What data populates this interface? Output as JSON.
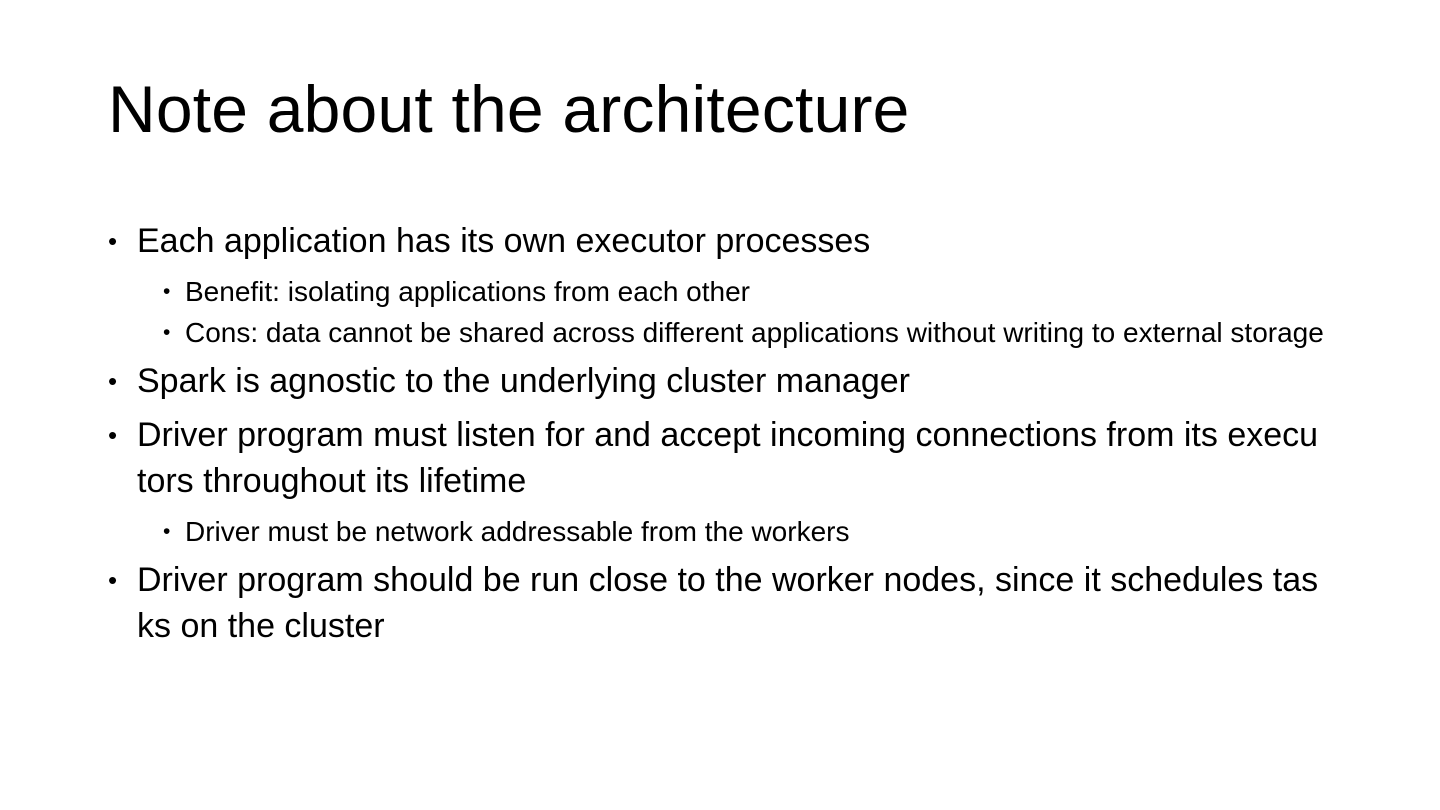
{
  "slide": {
    "background_color": "#ffffff",
    "text_color": "#000000",
    "title": "Note about the architecture",
    "bullet_glyph": "•",
    "content": [
      {
        "level": 1,
        "text": "Each application has its own executor processes"
      },
      {
        "level": 2,
        "text": "Benefit: isolating applications from each other"
      },
      {
        "level": 2,
        "text": "Cons: data cannot be shared across different applications without writing to external storage"
      },
      {
        "level": 1,
        "text": "Spark is agnostic to the underlying cluster manager"
      },
      {
        "level": 1,
        "text": "Driver program must listen for and accept incoming connections from its executors throughout its lifetime"
      },
      {
        "level": 2,
        "text": "Driver must be network addressable from the workers"
      },
      {
        "level": 1,
        "text": "Driver program should be run close to the worker nodes, since it schedules tasks on the cluster"
      }
    ]
  }
}
